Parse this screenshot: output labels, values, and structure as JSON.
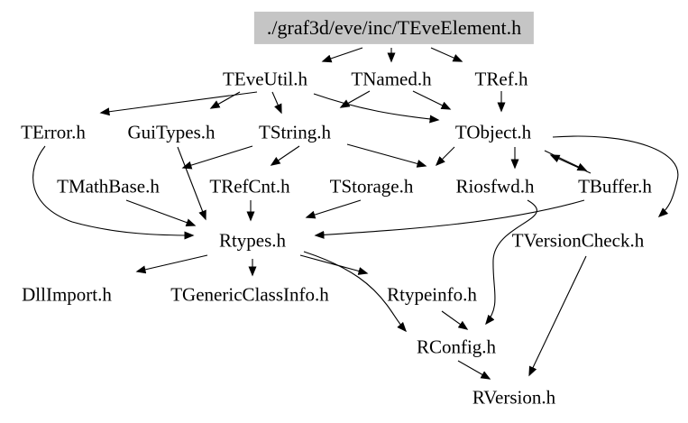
{
  "diagram": {
    "type": "include-dependency-graph",
    "root": "teveelement",
    "colors": {
      "node_text": "#000000",
      "edge": "#000000",
      "root_box_fill": "#c5c5c5",
      "background": "#ffffff"
    },
    "nodes": [
      {
        "id": "teveelement",
        "label": "./graf3d/eve/inc/TEveElement.h"
      },
      {
        "id": "teveutil",
        "label": "TEveUtil.h"
      },
      {
        "id": "tnamed",
        "label": "TNamed.h"
      },
      {
        "id": "tref",
        "label": "TRef.h"
      },
      {
        "id": "terror",
        "label": "TError.h"
      },
      {
        "id": "guitypes",
        "label": "GuiTypes.h"
      },
      {
        "id": "tstring",
        "label": "TString.h"
      },
      {
        "id": "tobject",
        "label": "TObject.h"
      },
      {
        "id": "tmathbase",
        "label": "TMathBase.h"
      },
      {
        "id": "trefcnt",
        "label": "TRefCnt.h"
      },
      {
        "id": "tstorage",
        "label": "TStorage.h"
      },
      {
        "id": "riosfwd",
        "label": "Riosfwd.h"
      },
      {
        "id": "tbuffer",
        "label": "TBuffer.h"
      },
      {
        "id": "rtypes",
        "label": "Rtypes.h"
      },
      {
        "id": "tversioncheck",
        "label": "TVersionCheck.h"
      },
      {
        "id": "dllimport",
        "label": "DllImport.h"
      },
      {
        "id": "tgenericclassinfo",
        "label": "TGenericClassInfo.h"
      },
      {
        "id": "rtypeinfo",
        "label": "Rtypeinfo.h"
      },
      {
        "id": "rconfig",
        "label": "RConfig.h"
      },
      {
        "id": "rversion",
        "label": "RVersion.h"
      }
    ],
    "edges": [
      {
        "from": "teveelement",
        "to": "teveutil"
      },
      {
        "from": "teveelement",
        "to": "tnamed"
      },
      {
        "from": "teveelement",
        "to": "tref"
      },
      {
        "from": "teveutil",
        "to": "terror"
      },
      {
        "from": "teveutil",
        "to": "guitypes"
      },
      {
        "from": "teveutil",
        "to": "tstring"
      },
      {
        "from": "teveutil",
        "to": "tobject"
      },
      {
        "from": "tnamed",
        "to": "tstring"
      },
      {
        "from": "tnamed",
        "to": "tobject"
      },
      {
        "from": "tref",
        "to": "tobject"
      },
      {
        "from": "terror",
        "to": "rtypes"
      },
      {
        "from": "guitypes",
        "to": "rtypes"
      },
      {
        "from": "tstring",
        "to": "tmathbase"
      },
      {
        "from": "tstring",
        "to": "trefcnt"
      },
      {
        "from": "tstring",
        "to": "tstorage"
      },
      {
        "from": "tobject",
        "to": "tstorage"
      },
      {
        "from": "tobject",
        "to": "riosfwd"
      },
      {
        "from": "tobject",
        "to": "tbuffer"
      },
      {
        "from": "tbuffer",
        "to": "tobject"
      },
      {
        "from": "tobject",
        "to": "tversioncheck"
      },
      {
        "from": "tbuffer",
        "to": "rtypes"
      },
      {
        "from": "tstorage",
        "to": "rtypes"
      },
      {
        "from": "trefcnt",
        "to": "rtypes"
      },
      {
        "from": "tmathbase",
        "to": "rtypes"
      },
      {
        "from": "riosfwd",
        "to": "rconfig"
      },
      {
        "from": "rtypes",
        "to": "dllimport"
      },
      {
        "from": "rtypes",
        "to": "tgenericclassinfo"
      },
      {
        "from": "rtypes",
        "to": "rtypeinfo"
      },
      {
        "from": "rtypes",
        "to": "rconfig"
      },
      {
        "from": "rtypeinfo",
        "to": "rconfig"
      },
      {
        "from": "rconfig",
        "to": "rversion"
      },
      {
        "from": "tversioncheck",
        "to": "rversion"
      }
    ]
  }
}
